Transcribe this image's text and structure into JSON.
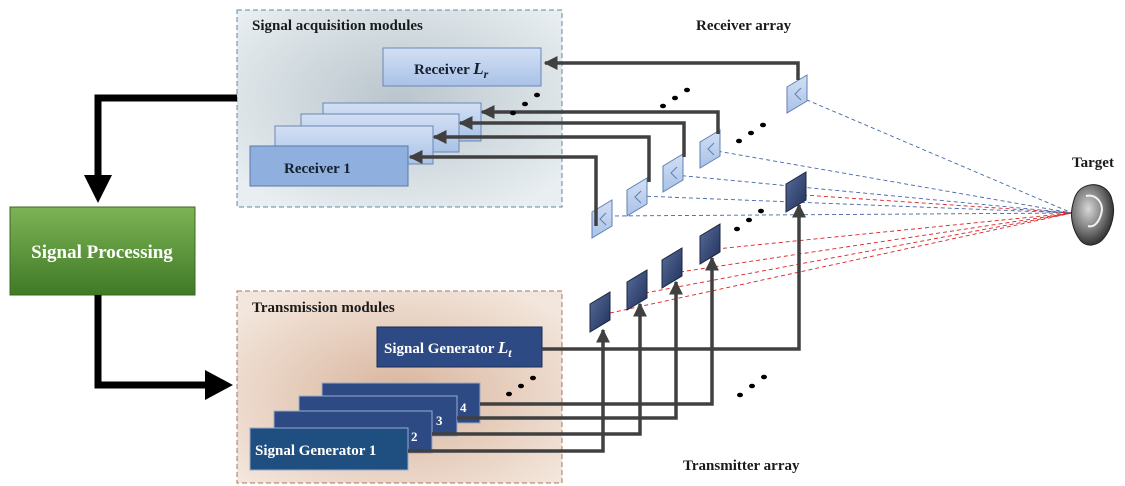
{
  "labels": {
    "acq_title": "Signal acquisition modules",
    "trans_title": "Transmission modules",
    "receiver_array": "Receiver array",
    "transmitter_array": "Transmitter array",
    "target": "Target",
    "signal_processing": "Signal Processing",
    "receiver_last_text": "Receiver ",
    "receiver_last_sym": "L",
    "receiver_last_sub": "r",
    "receiver_first": "Receiver 1",
    "generator_last_text": "Signal Generator ",
    "generator_last_sym": "L",
    "generator_last_sub": "t",
    "generator_first": "Signal Generator 1",
    "gen_num_2": "2",
    "gen_num_3": "3",
    "gen_num_4": "4"
  },
  "colors": {
    "acq_bg": "#dde5ea",
    "trans_bg": "#ecd9cc",
    "receiver_fill": "#b9cdec",
    "receiver_first_fill": "#8fb0df",
    "generator_fill": "#2e4a85",
    "generator_first_fill": "#1f4f80",
    "signal_processing": "#5b9a3c",
    "receive_ray": "#4466aa",
    "transmit_ray": "#dd2222",
    "arrow": "#404040"
  }
}
